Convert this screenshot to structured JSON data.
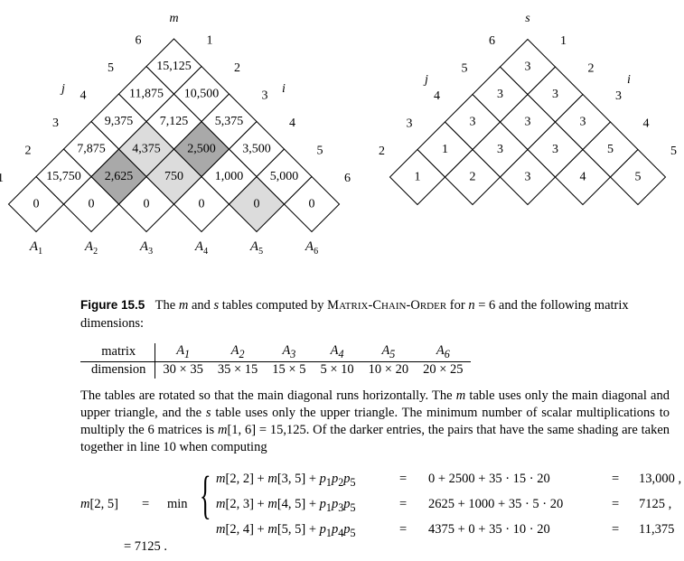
{
  "figure": {
    "m_table": {
      "title": "m",
      "j_label": "j",
      "i_label": "i",
      "rows": [
        [
          "0",
          "0",
          "0",
          "0",
          "0",
          "0"
        ],
        [
          "15,750",
          "2,625",
          "750",
          "1,000",
          "5,000"
        ],
        [
          "7,875",
          "4,375",
          "2,500",
          "3,500"
        ],
        [
          "9,375",
          "7,125",
          "5,375"
        ],
        [
          "11,875",
          "10,500"
        ],
        [
          "15,125"
        ]
      ],
      "j_numbers": [
        "1",
        "2",
        "3",
        "4",
        "5",
        "6"
      ],
      "i_numbers": [
        "1",
        "2",
        "3",
        "4",
        "5",
        "6"
      ],
      "matrices": [
        {
          "name": "A",
          "sub": "1"
        },
        {
          "name": "A",
          "sub": "2"
        },
        {
          "name": "A",
          "sub": "3"
        },
        {
          "name": "A",
          "sub": "4"
        },
        {
          "name": "A",
          "sub": "5"
        },
        {
          "name": "A",
          "sub": "6"
        }
      ],
      "shading": {
        "dark": [
          "1-1",
          "2-2"
        ],
        "light": [
          "1-2",
          "2-1",
          "0-4"
        ]
      }
    },
    "s_table": {
      "title": "s",
      "j_label": "j",
      "i_label": "i",
      "rows": [
        [
          "1",
          "2",
          "3",
          "4",
          "5"
        ],
        [
          "1",
          "3",
          "3",
          "5"
        ],
        [
          "3",
          "3",
          "3"
        ],
        [
          "3",
          "3"
        ],
        [
          "3"
        ]
      ],
      "j_numbers": [
        "2",
        "3",
        "4",
        "5",
        "6"
      ],
      "i_numbers": [
        "1",
        "2",
        "3",
        "4",
        "5"
      ]
    }
  },
  "caption": {
    "label": "Figure 15.5",
    "text_a": "The",
    "m": "m",
    "text_b": "and",
    "s": "s",
    "text_c": "tables computed by",
    "proc_first": "M",
    "proc_rest": "ATRIX",
    "proc_dash": "-",
    "proc_first2": "C",
    "proc_rest2": "HAIN",
    "proc_first3": "O",
    "proc_rest3": "RDER",
    "text_d": "for",
    "n": "n",
    "text_e": "= 6 and the following matrix dimensions:"
  },
  "dims_table": {
    "header_label": "matrix",
    "row_label": "dimension",
    "matrices": [
      {
        "name": "A",
        "sub": "1"
      },
      {
        "name": "A",
        "sub": "2"
      },
      {
        "name": "A",
        "sub": "3"
      },
      {
        "name": "A",
        "sub": "4"
      },
      {
        "name": "A",
        "sub": "5"
      },
      {
        "name": "A",
        "sub": "6"
      }
    ],
    "dimensions": [
      "30 × 35",
      "35 × 15",
      "15 × 5",
      "5 × 10",
      "10 × 20",
      "20 × 25"
    ]
  },
  "body": {
    "p1": "The tables are rotated so that the main diagonal runs horizontally. The",
    "m1": "m",
    "p2": "table uses only the main diagonal and upper triangle, and the",
    "s1": "s",
    "p3": "table uses only the upper triangle. The minimum number of scalar multiplications to multiply the 6 matrices is",
    "m2": "m",
    "p4": "[1, 6] = 15,125. Of the darker entries, the pairs that have the same shading are taken together in line 10 when computing"
  },
  "equation": {
    "lhs_m": "m",
    "lhs_args": "[2, 5]",
    "eq": "=",
    "min": "min",
    "rows": [
      {
        "term": "[2, 2] +",
        "m2": "[3, 5] +",
        "p": "p",
        "subs": [
          "1",
          "2",
          "5"
        ],
        "eq": "=",
        "arith": "0 + 2500 + 35 · 15 · 20",
        "eq2": "=",
        "result": "13,000 ,"
      },
      {
        "term": "[2, 3] +",
        "m2": "[4, 5] +",
        "p": "p",
        "subs": [
          "1",
          "3",
          "5"
        ],
        "eq": "=",
        "arith": "2625 + 1000 + 35 · 5 · 20",
        "eq2": "=",
        "result": "7125 ,"
      },
      {
        "term": "[2, 4] +",
        "m2": "[5, 5] +",
        "p": "p",
        "subs": [
          "1",
          "4",
          "5"
        ],
        "eq": "=",
        "arith": "4375 + 0 + 35 · 10 · 20",
        "eq2": "=",
        "result": "11,375"
      }
    ],
    "final": "= 7125 ."
  }
}
